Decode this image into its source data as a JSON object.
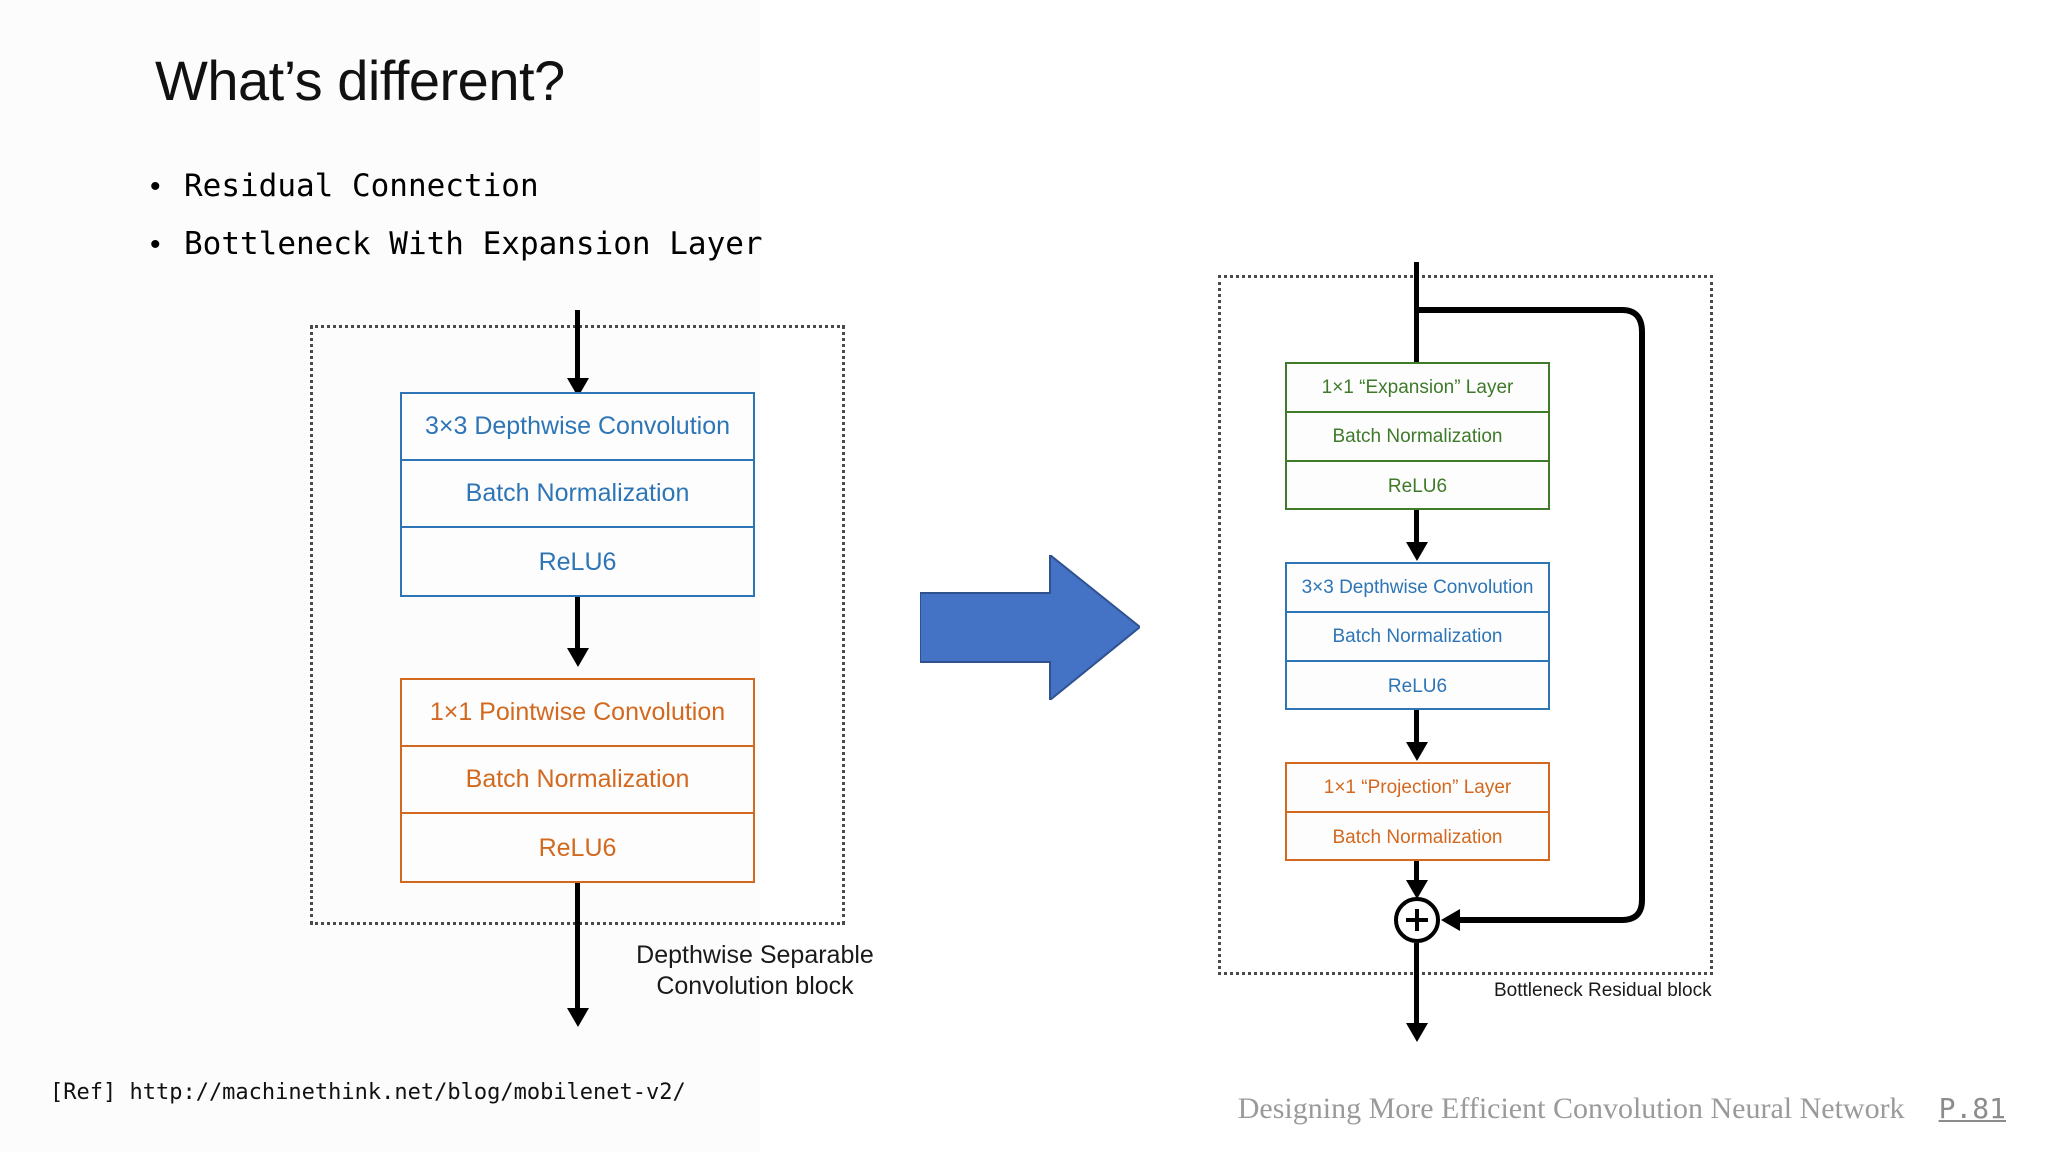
{
  "slide": {
    "title": "What’s different?",
    "bullet_marker": "•",
    "bullets": [
      "Residual Connection",
      "Bottleneck With Expansion Layer"
    ]
  },
  "colors": {
    "blue_block": "#2E75B6",
    "orange_block": "#D2691E",
    "green_block": "#3F7A2A",
    "big_arrow": "#4472C4",
    "big_arrow_border": "#2F528F",
    "frame_dotted": "#4A4A4A",
    "connector": "#000000",
    "footer_text": "#9A9A9A"
  },
  "left_diagram": {
    "caption_line1": "Depthwise Separable",
    "caption_line2": "Convolution block",
    "groups": [
      {
        "name": "depthwise-group",
        "color": "blue",
        "rows": [
          "3×3 Depthwise Convolution",
          "Batch Normalization",
          "ReLU6"
        ]
      },
      {
        "name": "pointwise-group",
        "color": "orange",
        "rows": [
          "1×1 Pointwise Convolution",
          "Batch Normalization",
          "ReLU6"
        ]
      }
    ]
  },
  "transition": {
    "icon": "right-arrow-icon"
  },
  "right_diagram": {
    "caption": "Bottleneck Residual block",
    "add_node_label": "+",
    "groups": [
      {
        "name": "expansion-group",
        "color": "green",
        "rows": [
          "1×1 “Expansion” Layer",
          "Batch Normalization",
          "ReLU6"
        ]
      },
      {
        "name": "depthwise-group",
        "color": "blue",
        "rows": [
          "3×3 Depthwise Convolution",
          "Batch Normalization",
          "ReLU6"
        ]
      },
      {
        "name": "projection-group",
        "color": "orange",
        "rows": [
          "1×1 “Projection” Layer",
          "Batch Normalization"
        ]
      }
    ]
  },
  "footer": {
    "reference": "[Ref] http://machinethink.net/blog/mobilenet-v2/",
    "deck_title": "Designing More Efficient Convolution Neural Network",
    "page_label": "P.81"
  }
}
